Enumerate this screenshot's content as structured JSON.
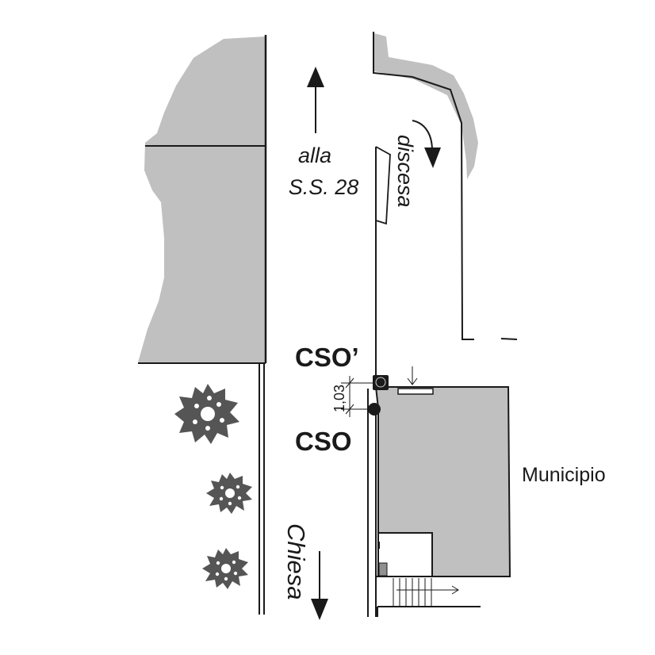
{
  "labels": {
    "to_road": [
      "alla",
      "S.S. 28"
    ],
    "downhill": "discesa",
    "church": "Chiesa",
    "town_hall": "Municipio",
    "point_upper": "CSO’",
    "point_lower": "CSO",
    "distance": "1,03"
  },
  "colors": {
    "building_fill": "#c0c0c0",
    "line": "#1a1a1a",
    "tree": "#555555",
    "background": "#ffffff"
  },
  "icons": [
    "arrow-up-icon",
    "arrow-down-icon",
    "curved-arrow-icon",
    "tree-icon",
    "stairs-arrow-icon"
  ]
}
